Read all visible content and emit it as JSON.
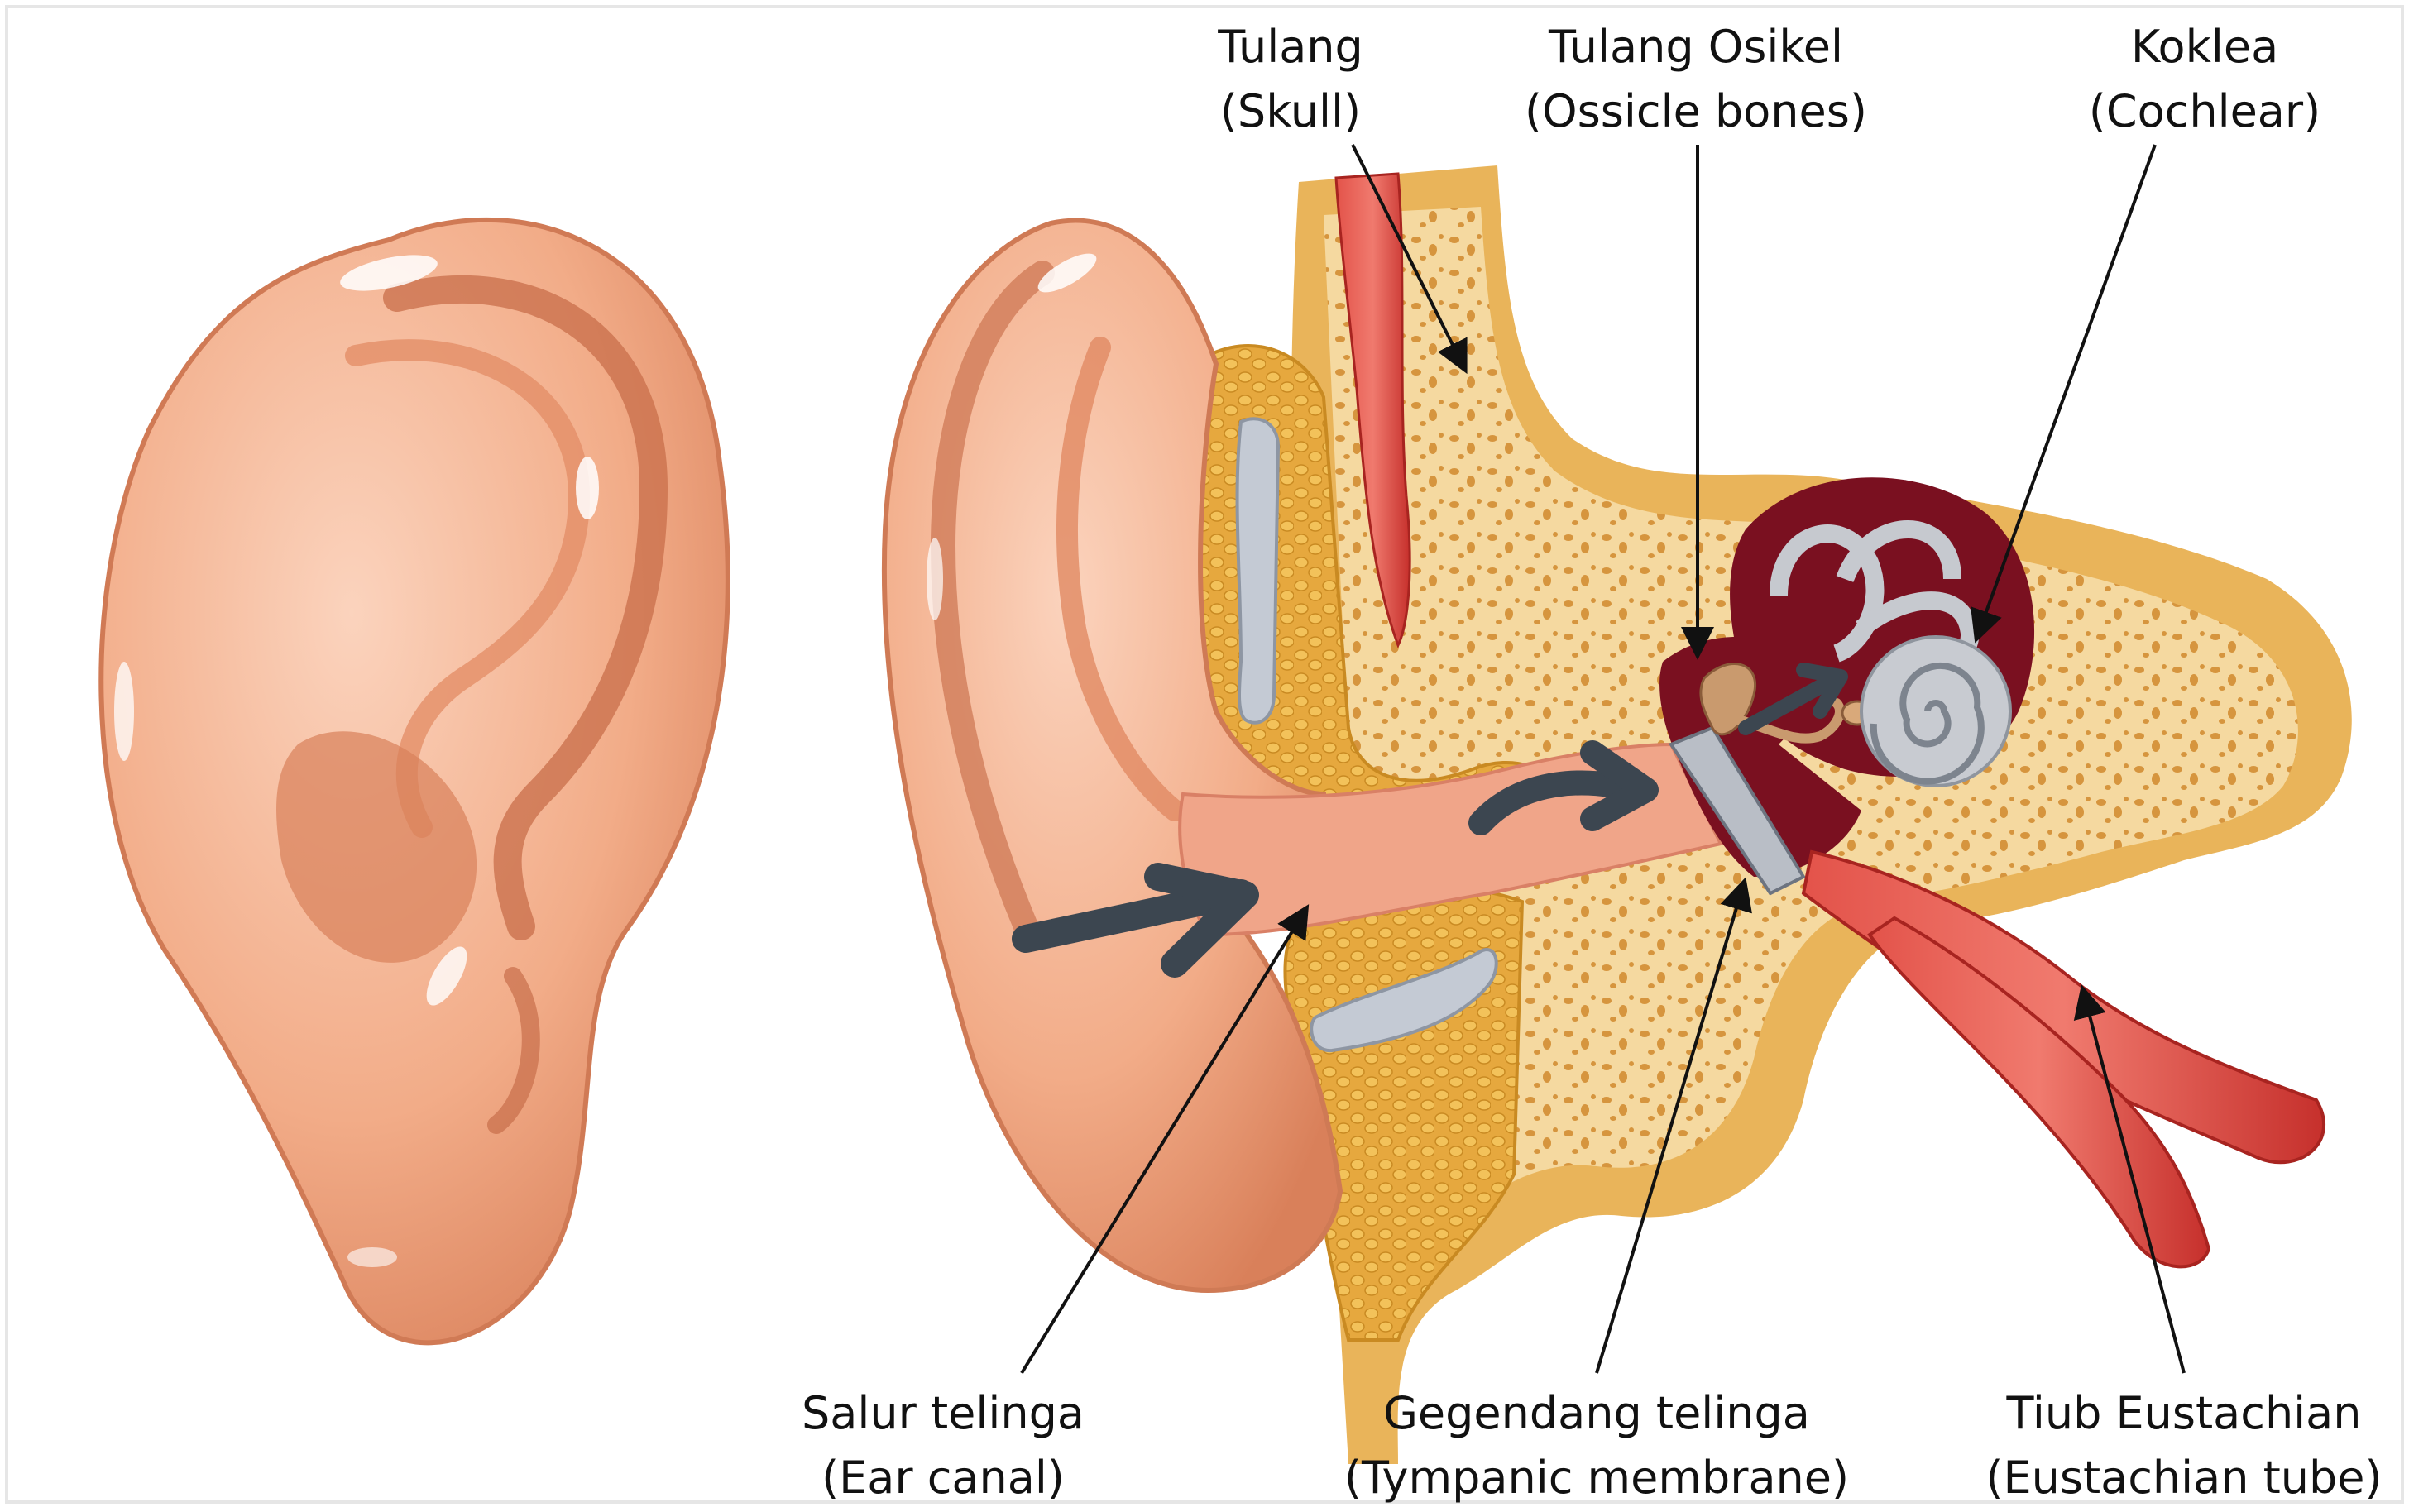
{
  "labels": {
    "skull": {
      "line1": "Tulang",
      "line2": "(Skull)"
    },
    "ossicles": {
      "line1": "Tulang Osikel",
      "line2": "(Ossicle bones)"
    },
    "cochlea": {
      "line1": "Koklea",
      "line2": "(Cochlear)"
    },
    "ear_canal": {
      "line1": "Salur telinga",
      "line2": "(Ear canal)"
    },
    "eardrum": {
      "line1": "Gegendang telinga",
      "line2": "(Tympanic membrane)"
    },
    "eustachian": {
      "line1": "Tiub Eustachian",
      "line2": "(Eustachian tube)"
    }
  },
  "colors": {
    "skin": "#f2b08f",
    "skin_dark": "#d9805a",
    "bone": "#f5d9a0",
    "bone_dark": "#e4b25a",
    "muscle": "#d9473e",
    "inner_ear_bg": "#7a1020",
    "cartilage": "#b8bdc6",
    "sound_arrow": "#3c4650",
    "pointer": "#111111"
  }
}
